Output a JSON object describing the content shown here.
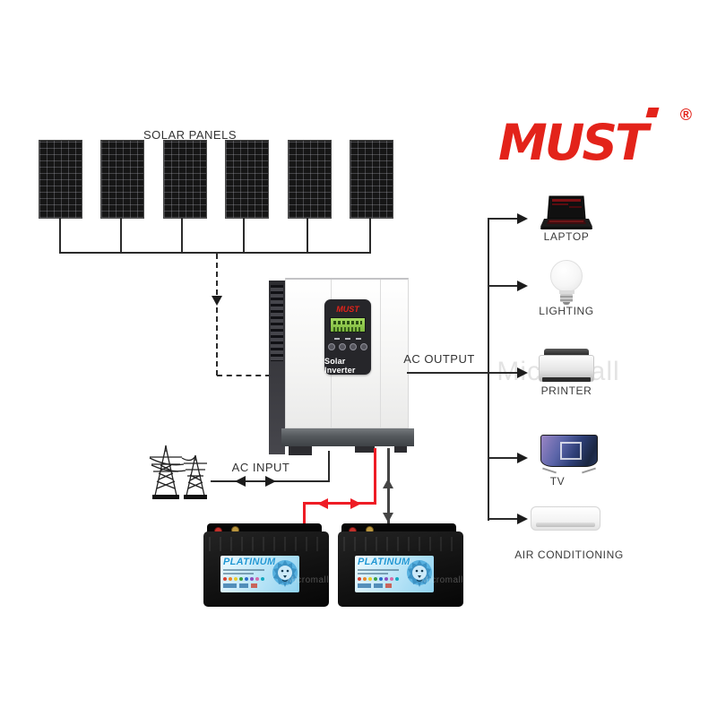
{
  "brand": {
    "name": "MUST",
    "registered": "®",
    "color": "#e3231a"
  },
  "solar": {
    "title": "SOLAR PANELS",
    "panel_count": 6
  },
  "inverter": {
    "brand": "MUST",
    "front_label": "Solar Inverter"
  },
  "io": {
    "ac_output": "AC OUTPUT",
    "ac_input": "AC INPUT"
  },
  "devices": [
    {
      "id": "laptop",
      "label": "LAPTOP"
    },
    {
      "id": "lighting",
      "label": "LIGHTING"
    },
    {
      "id": "printer",
      "label": "PRINTER"
    },
    {
      "id": "tv",
      "label": "TV"
    },
    {
      "id": "air-conditioning",
      "label": "AIR CONDITIONING"
    }
  ],
  "battery": {
    "brand": "PLATINUM",
    "count": 2
  },
  "watermark": {
    "text": "Micromall"
  },
  "colors": {
    "wire_red": "#ee1c25",
    "line_dark": "#2b2b2b",
    "lcd_green": "#8dc63f"
  }
}
